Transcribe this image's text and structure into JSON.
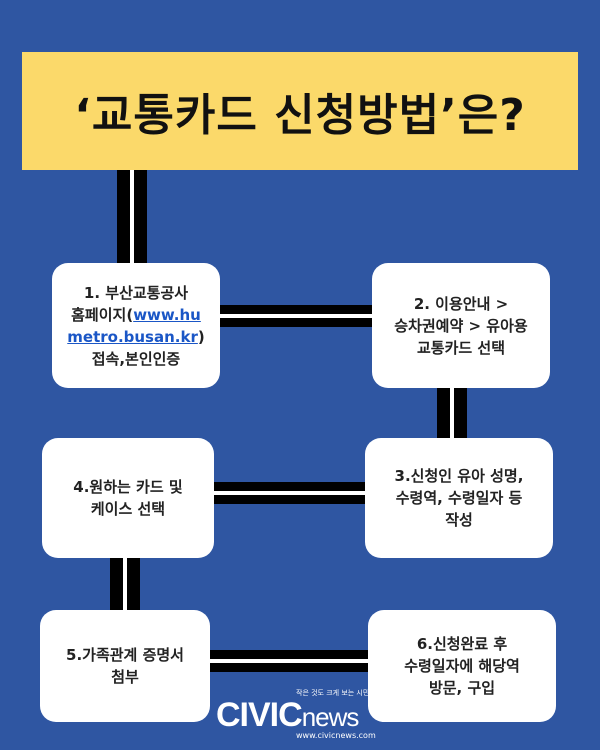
{
  "title": "‘교통카드 신청방법’은?",
  "steps": {
    "s1": {
      "l1": "1. 부산교통공사",
      "l2a": "홈페이지(",
      "link": "www.humetro.busan.kr",
      "link_l1": "www.hu",
      "link_l2": "metro.busan.kr",
      "l2b": ")",
      "l4": "접속,본인인증"
    },
    "s2": {
      "l1": "2. 이용안내 >",
      "l2": "승차권예약 > 유아용",
      "l3": "교통카드 선택"
    },
    "s3": {
      "l1": "3.신청인 유아 성명,",
      "l2": "수령역, 수령일자 등",
      "l3": "작성"
    },
    "s4": {
      "l1": "4.원하는 카드 및",
      "l2": "케이스 선택"
    },
    "s5": {
      "l1": "5.가족관계 증명서",
      "l2": "첨부"
    },
    "s6": {
      "l1": "6.신청완료 후",
      "l2": "수령일자에 해당역",
      "l3": "방문, 구입"
    }
  },
  "logo": {
    "tagline": "작은 것도 크게 보는 시민언론",
    "name_main": "CIVIC",
    "name_sub": "news",
    "url": "www.civicnews.com"
  }
}
